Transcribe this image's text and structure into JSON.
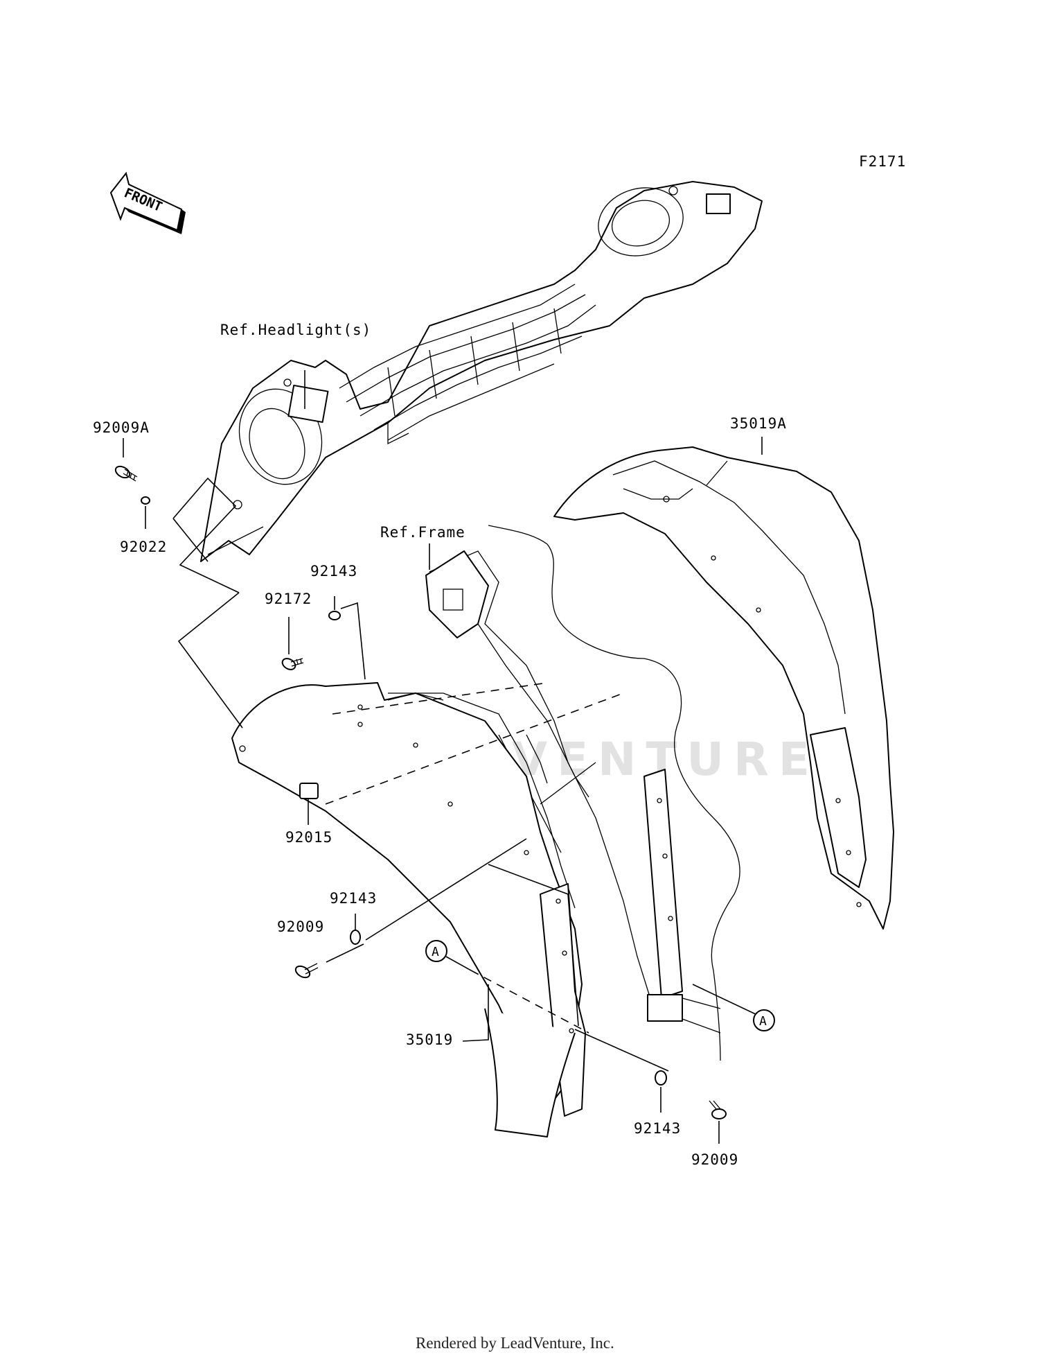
{
  "diagram_id": "F2171",
  "front_badge": "FRONT",
  "callouts": {
    "ref_headlight": "Ref.Headlight(s)",
    "ref_frame": "Ref.Frame",
    "p92009A": "92009A",
    "p92022": "92022",
    "p92143_top": "92143",
    "p92172": "92172",
    "p92015": "92015",
    "p92143_mid": "92143",
    "p92009_left": "92009",
    "p35019": "35019",
    "p35019A": "35019A",
    "p92143_bottom": "92143",
    "p92009_bottom": "92009",
    "marker_a_left": "A",
    "marker_a_right": "A"
  },
  "watermark": "LEADVENTURE",
  "footer": "Rendered by LeadVenture, Inc."
}
